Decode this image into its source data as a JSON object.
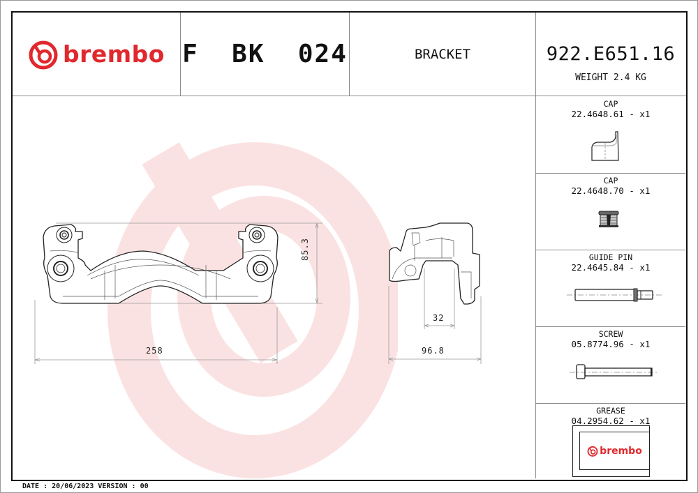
{
  "header": {
    "brand_name": "brembo",
    "product_code": "F  BK  024",
    "product_type": "BRACKET",
    "part_number": "922.E651.16",
    "weight": "WEIGHT 2.4 KG"
  },
  "drawing": {
    "front_view": {
      "width_dimension": "258",
      "height_dimension": "85.3"
    },
    "side_view": {
      "inner_dimension": "32",
      "depth_dimension": "96.8"
    }
  },
  "components": [
    {
      "name": "CAP",
      "code": "22.4648.61 - x1",
      "icon": "cap-angled-icon"
    },
    {
      "name": "CAP",
      "code": "22.4648.70 - x1",
      "icon": "cap-small-icon"
    },
    {
      "name": "GUIDE PIN",
      "code": "22.4645.84 - x1",
      "icon": "guide-pin-icon"
    },
    {
      "name": "SCREW",
      "code": "05.8774.96 - x1",
      "icon": "screw-icon"
    },
    {
      "name": "GREASE",
      "code": "04.2954.62 - x1",
      "icon": "grease-package-icon",
      "package_brand": "brembo"
    }
  ],
  "footer": {
    "text": "DATE : 20/06/2023 VERSION : 00"
  },
  "colors": {
    "brand_red": "#e0282e",
    "watermark_red": "#fbe3e3",
    "frame_black": "#111111",
    "grid_gray": "#8a8a8a"
  }
}
